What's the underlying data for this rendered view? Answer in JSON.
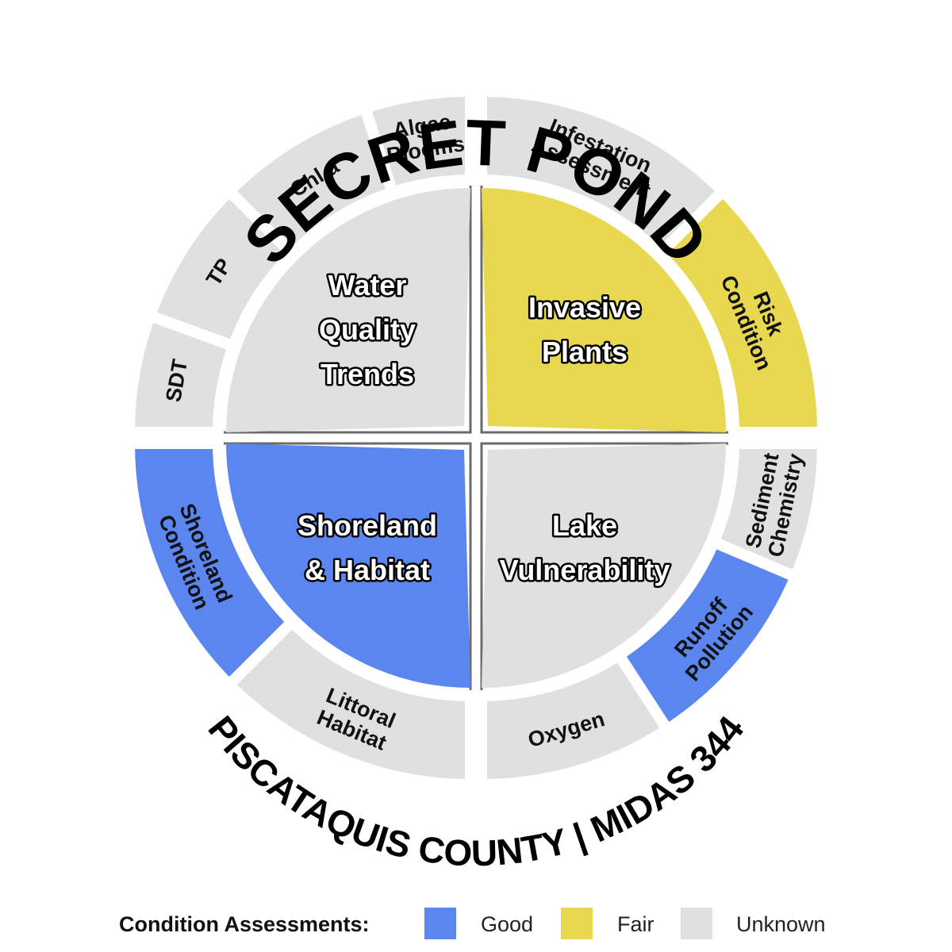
{
  "title": "SECRET POND",
  "footer": "PISCATAQUIS COUNTY | MIDAS 344",
  "colors": {
    "good": "#5b86f0",
    "fair": "#e8d84f",
    "unknown": "#e0e0e0",
    "outline": "#6b6b6b"
  },
  "quadrants": [
    {
      "key": "water",
      "label_lines": [
        "Water",
        "Quality",
        "Trends"
      ],
      "status": "unknown",
      "segments": [
        {
          "lines": [
            "Algae",
            "Blooms"
          ],
          "status": "unknown"
        },
        {
          "lines": [
            "Chl a"
          ],
          "status": "unknown"
        },
        {
          "lines": [
            "TP"
          ],
          "status": "unknown"
        },
        {
          "lines": [
            "SDT"
          ],
          "status": "unknown"
        }
      ]
    },
    {
      "key": "invasive",
      "label_lines": [
        "Invasive",
        "Plants"
      ],
      "status": "fair",
      "segments": [
        {
          "lines": [
            "Infestation",
            "Assessment"
          ],
          "status": "unknown"
        },
        {
          "lines": [
            "Risk",
            "Condition"
          ],
          "status": "fair"
        }
      ]
    },
    {
      "key": "shoreland",
      "label_lines": [
        "Shoreland",
        "& Habitat"
      ],
      "status": "good",
      "segments": [
        {
          "lines": [
            "Shoreland",
            "Condition"
          ],
          "status": "good"
        },
        {
          "lines": [
            "Littoral",
            "Habitat"
          ],
          "status": "unknown"
        }
      ]
    },
    {
      "key": "lake",
      "label_lines": [
        "Lake",
        "Vulnerability"
      ],
      "status": "unknown",
      "segments": [
        {
          "lines": [
            "Sediment",
            "Chemistry"
          ],
          "status": "unknown"
        },
        {
          "lines": [
            "Runoff",
            "Pollution"
          ],
          "status": "good"
        },
        {
          "lines": [
            "Oxygen"
          ],
          "status": "unknown"
        }
      ]
    }
  ],
  "legend": {
    "title": "Condition Assessments:",
    "items": [
      {
        "label": "Good",
        "status": "good"
      },
      {
        "label": "Fair",
        "status": "fair"
      },
      {
        "label": "Unknown",
        "status": "unknown"
      }
    ]
  }
}
